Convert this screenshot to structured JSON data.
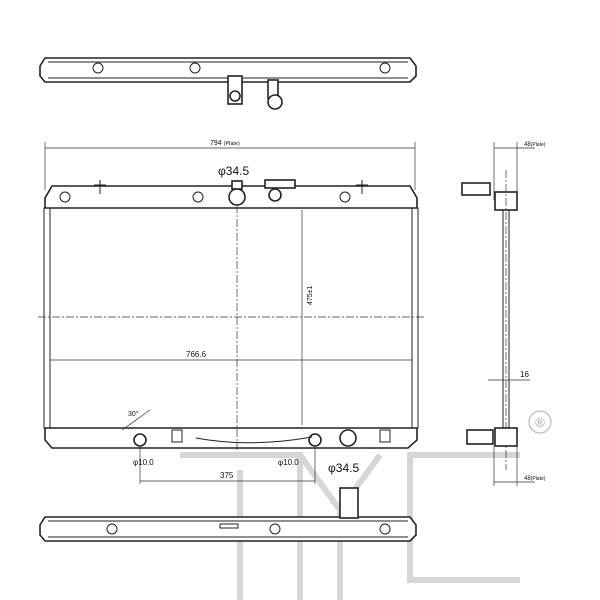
{
  "title": "Radiator technical drawing",
  "dimensions": {
    "width_plate": "794",
    "width_plate_note": "(Plate)",
    "depth_plate_top": "48",
    "depth_plate_top_note": "(Plate)",
    "depth_plate_bottom": "48",
    "depth_plate_bottom_note": "(Plate)",
    "inlet_diameter": "φ34.5",
    "outlet_diameter": "φ34.5",
    "core_height": "475±1",
    "core_width": "766.6",
    "angle": "30°",
    "oil_cooler_left": "φ10.0",
    "oil_cooler_right": "φ10.0",
    "oil_cooler_spacing": "375",
    "core_thickness": "16"
  },
  "watermark": {
    "brand": "TYC",
    "registered": "®"
  },
  "colors": {
    "line": "#222222",
    "watermark": "#d6d6d6"
  }
}
